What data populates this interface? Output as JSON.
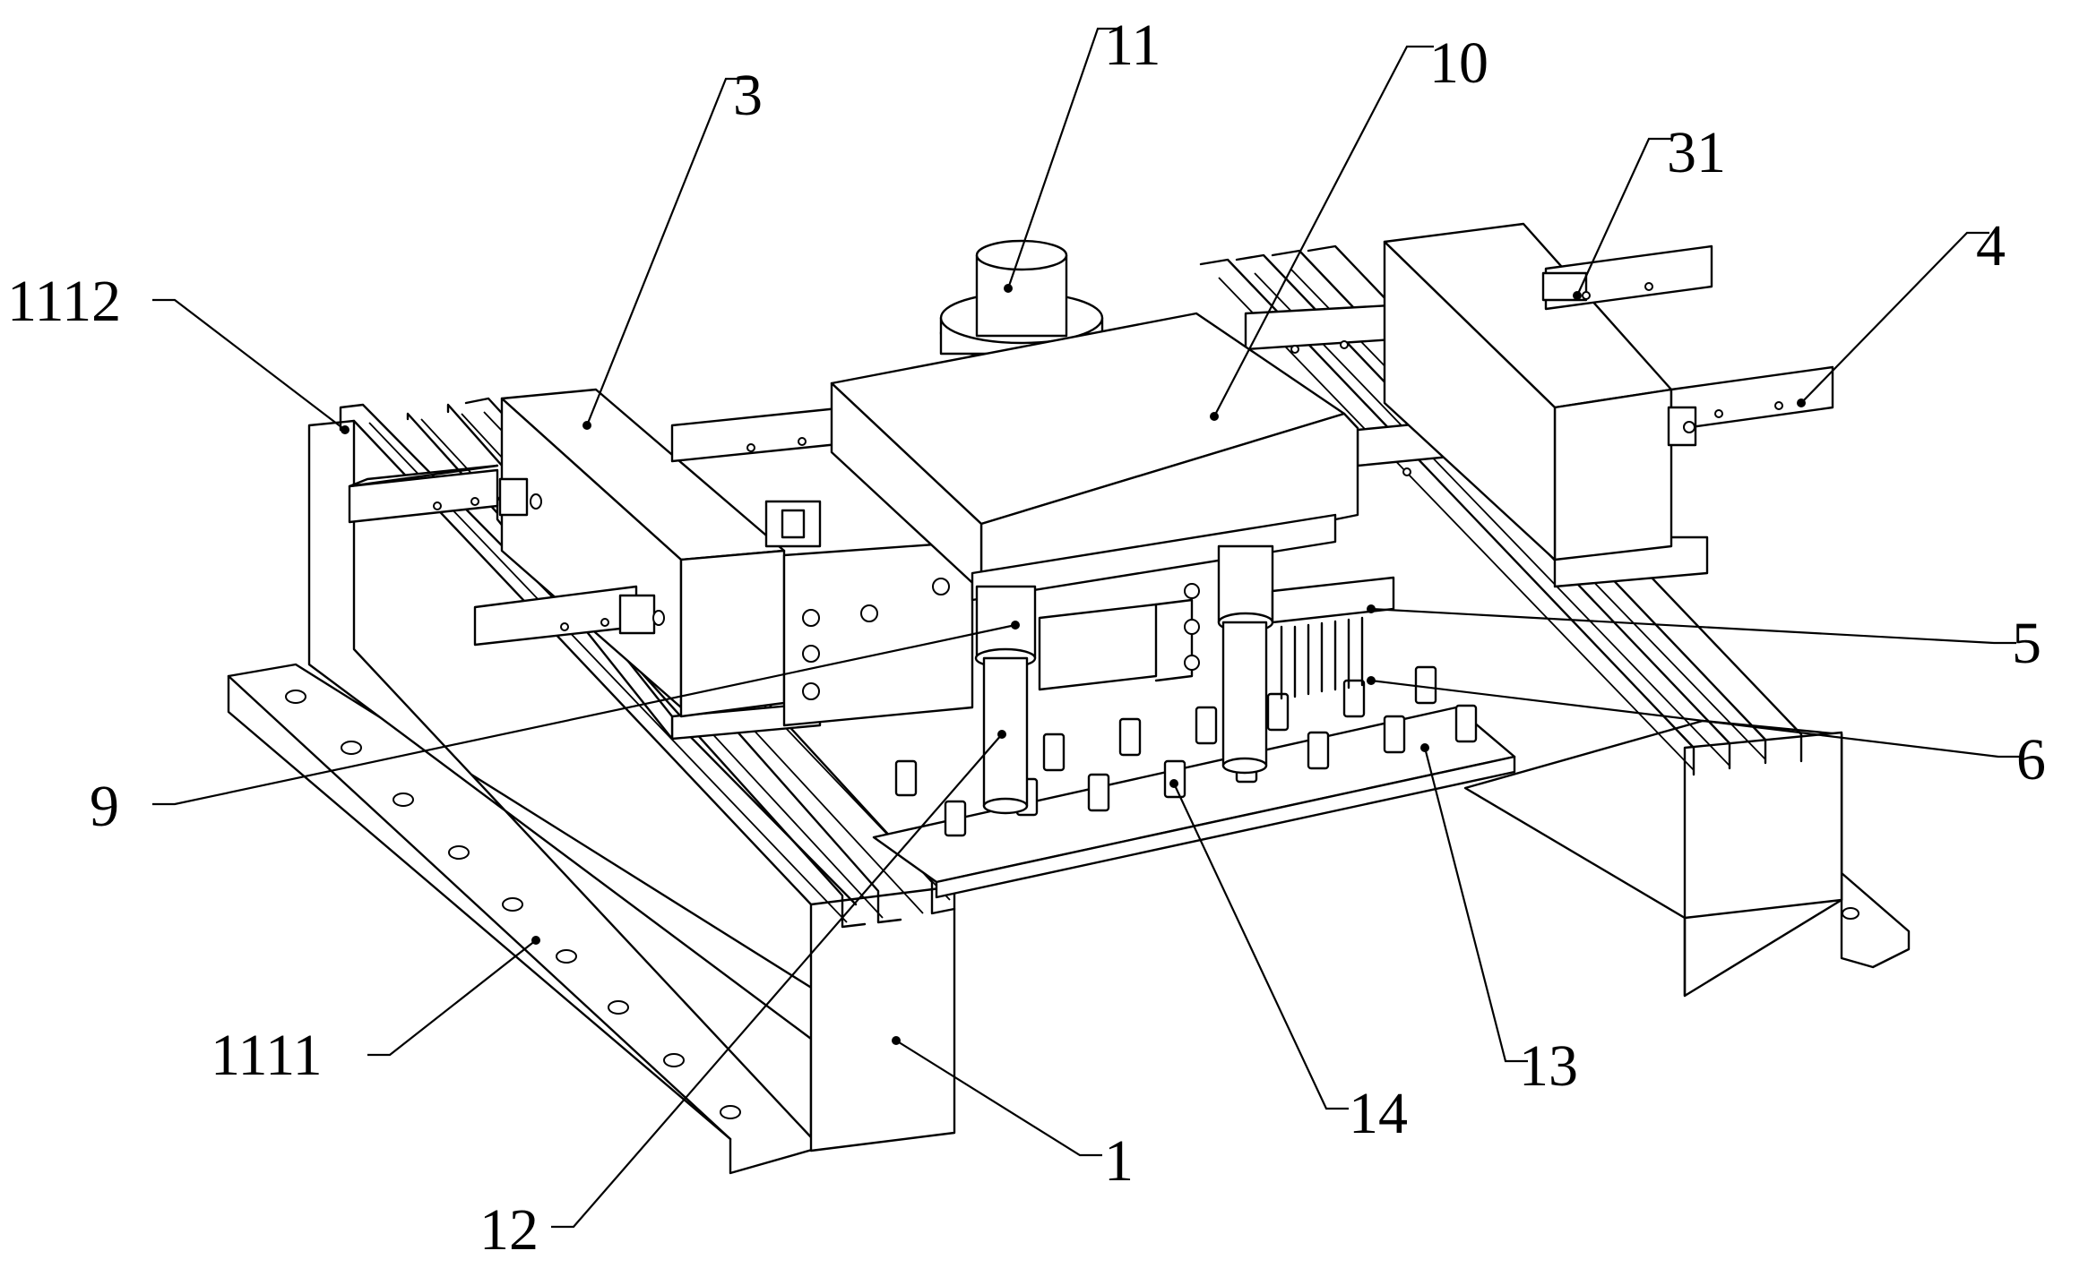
{
  "callouts": [
    {
      "id": "1",
      "label": "1"
    },
    {
      "id": "3",
      "label": "3"
    },
    {
      "id": "4",
      "label": "4"
    },
    {
      "id": "5",
      "label": "5"
    },
    {
      "id": "6",
      "label": "6"
    },
    {
      "id": "9",
      "label": "9"
    },
    {
      "id": "10",
      "label": "10"
    },
    {
      "id": "11",
      "label": "11"
    },
    {
      "id": "12",
      "label": "12"
    },
    {
      "id": "13",
      "label": "13"
    },
    {
      "id": "14",
      "label": "14"
    },
    {
      "id": "31",
      "label": "31"
    },
    {
      "id": "1111",
      "label": "1111"
    },
    {
      "id": "1112",
      "label": "1112"
    }
  ]
}
